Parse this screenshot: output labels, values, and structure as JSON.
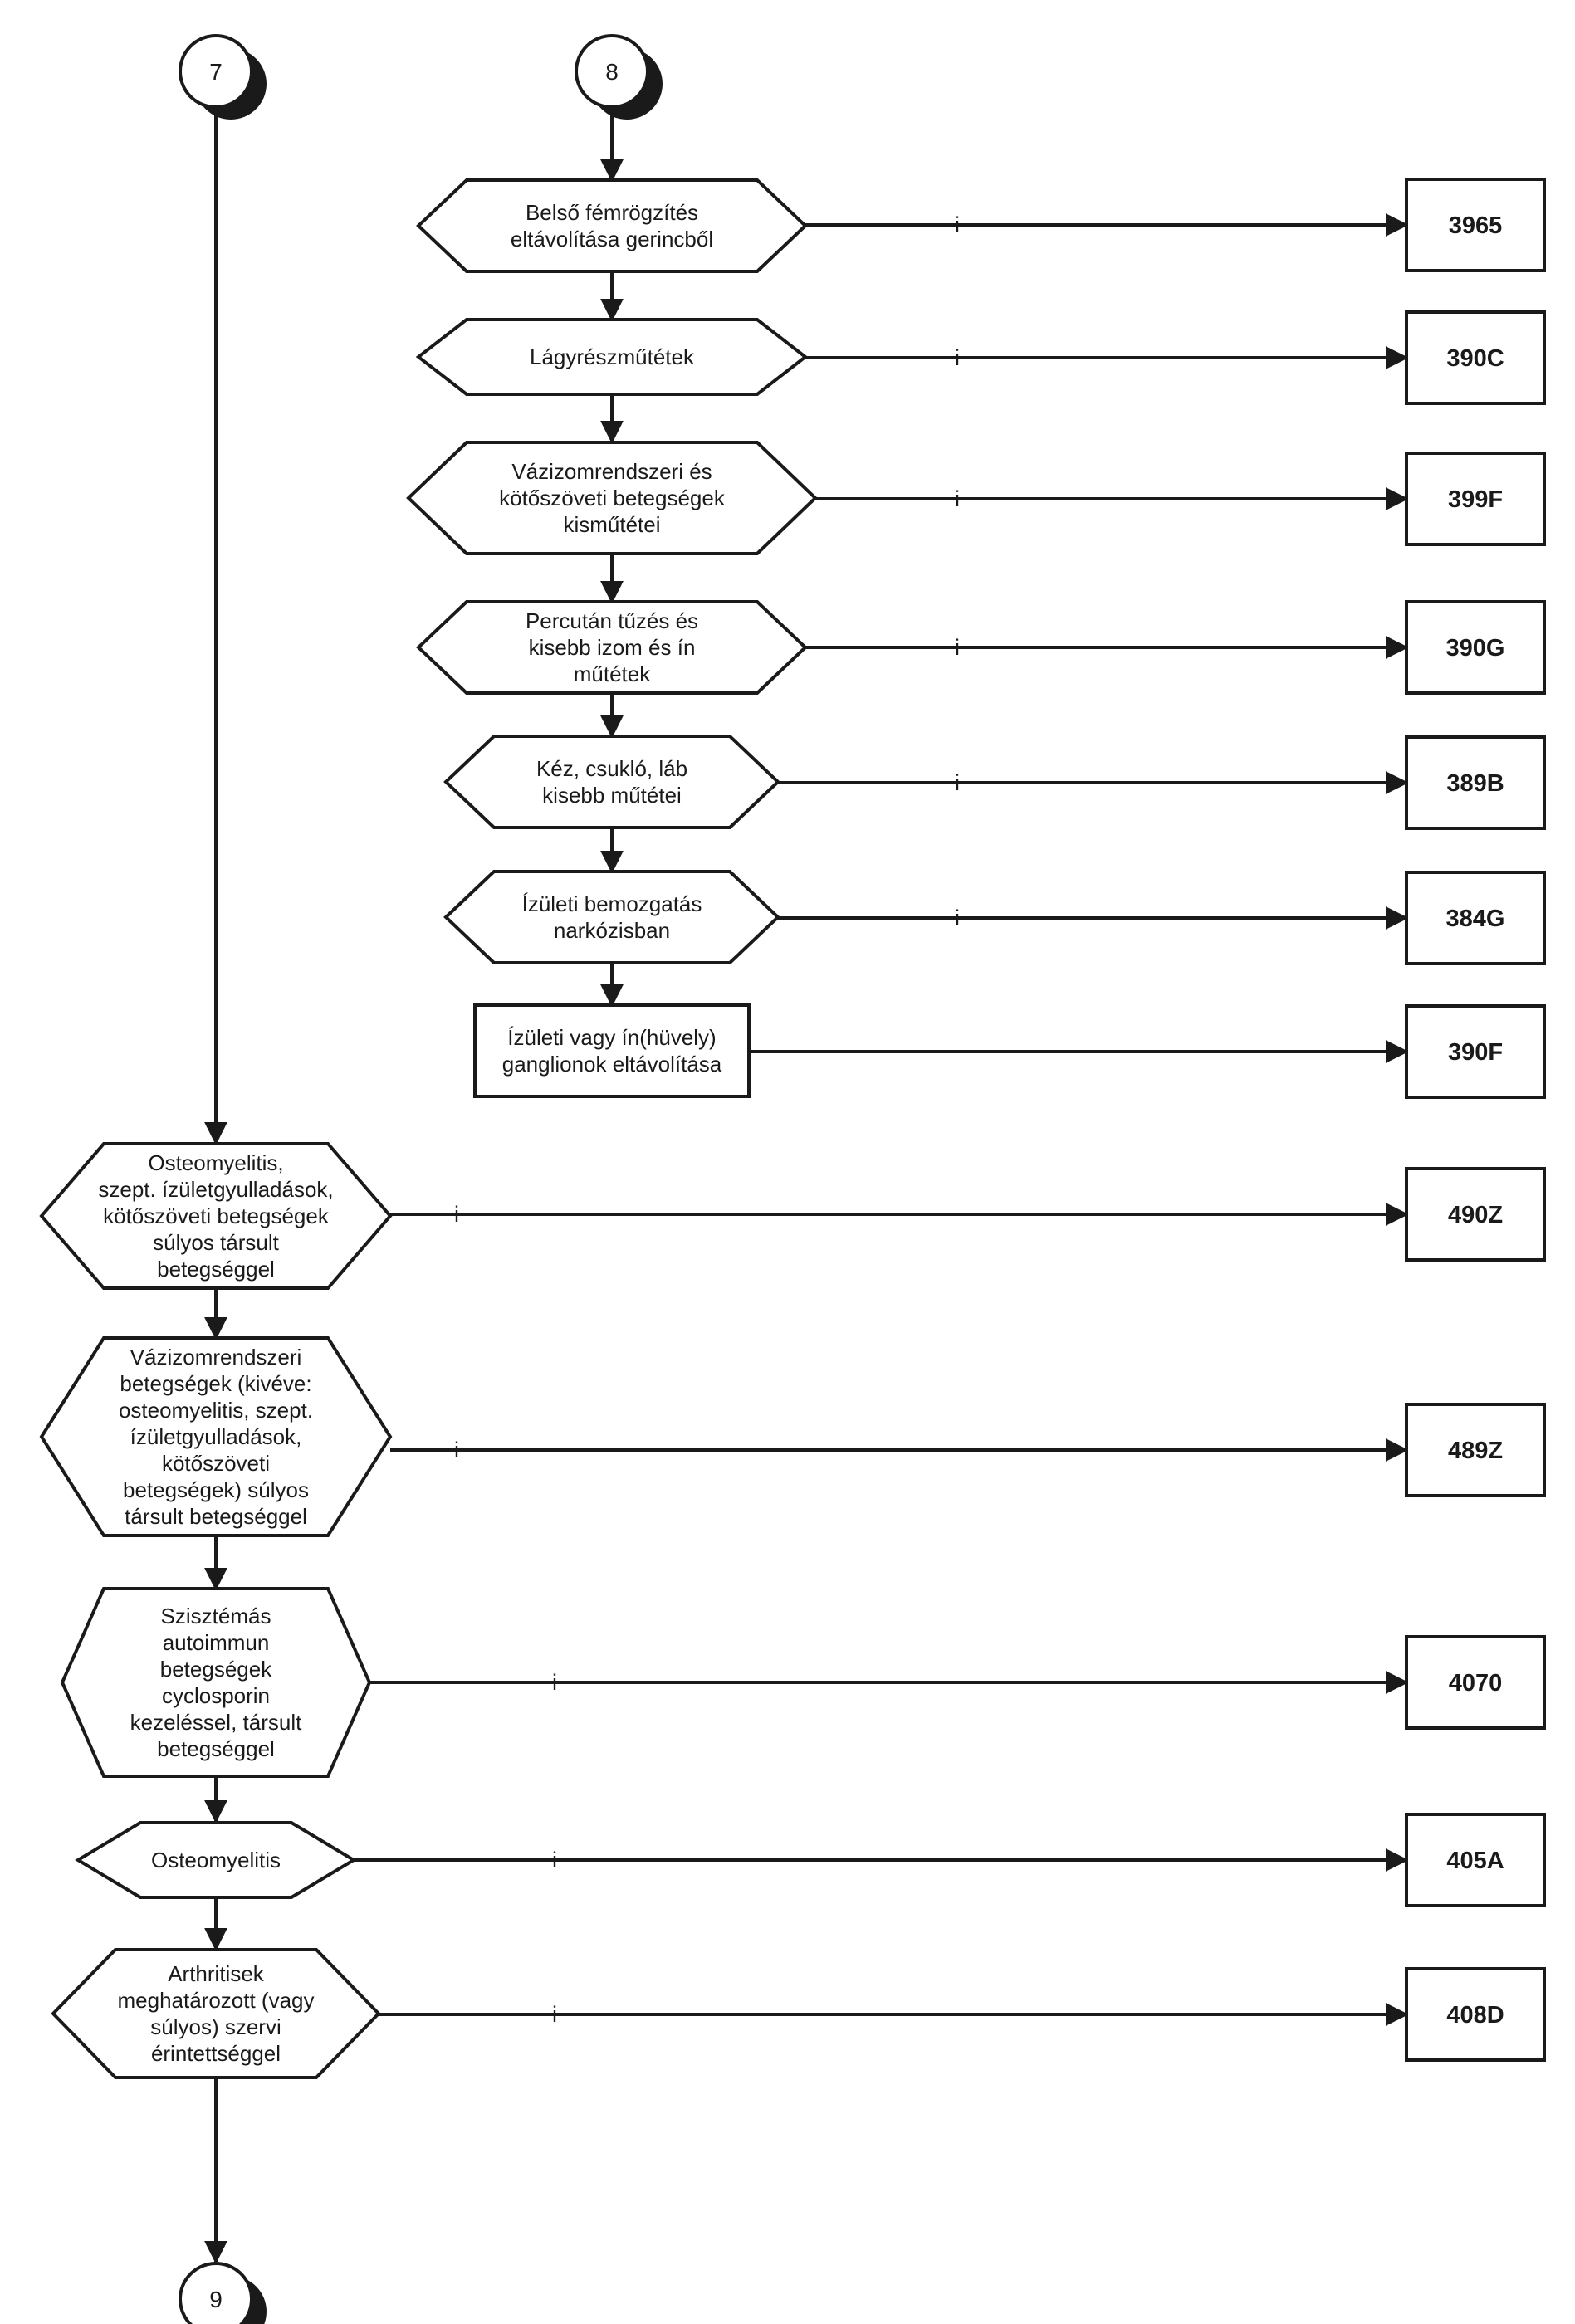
{
  "connectors": {
    "top_left": "7",
    "top_right": "8",
    "bottom": "9"
  },
  "branch_label": "i",
  "right_branch": [
    {
      "lines": [
        "Belső fémrögzítés",
        "eltávolítása gerincből"
      ],
      "code": "3965"
    },
    {
      "lines": [
        "Lágyrészműtétek"
      ],
      "code": "390C"
    },
    {
      "lines": [
        "Vázizomrendszeri és",
        "kötőszöveti betegségek",
        "kisműtétei"
      ],
      "code": "399F"
    },
    {
      "lines": [
        "Percután tűzés és",
        "kisebb izom és ín",
        "műtétek"
      ],
      "code": "390G"
    },
    {
      "lines": [
        "Kéz, csukló, láb",
        "kisebb műtétei"
      ],
      "code": "389B"
    },
    {
      "lines": [
        "Ízületi bemozgatás",
        "narkózisban"
      ],
      "code": "384G"
    },
    {
      "lines": [
        "Ízületi vagy ín(hüvely)",
        "ganglionok eltávolítása"
      ],
      "code": "390F"
    }
  ],
  "left_branch": [
    {
      "lines": [
        "Osteomyelitis,",
        "szept. ízületgyulladások,",
        "kötőszöveti betegségek",
        "súlyos társult",
        "betegséggel"
      ],
      "code": "490Z"
    },
    {
      "lines": [
        "Vázizomrendszeri",
        "betegségek (kivéve:",
        "osteomyelitis, szept.",
        "ízületgyulladások,",
        "kötőszöveti",
        "betegségek) súlyos",
        "társult betegséggel"
      ],
      "code": "489Z"
    },
    {
      "lines": [
        "Szisztémás",
        "autoimmun",
        "betegségek",
        "cyclosporin",
        "kezeléssel, társult",
        "betegséggel"
      ],
      "code": "4070"
    },
    {
      "lines": [
        "Osteomyelitis"
      ],
      "code": "405A"
    },
    {
      "lines": [
        "Arthritisek",
        "meghatározott (vagy",
        "súlyos) szervi",
        "érintettséggel"
      ],
      "code": "408D"
    }
  ]
}
